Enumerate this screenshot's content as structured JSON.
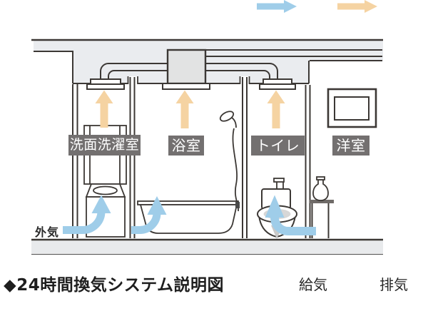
{
  "diagram": {
    "title": "◆24時間換気システム説明図",
    "outside_air_label": "外気",
    "rooms": [
      {
        "id": "washroom-laundry",
        "label": "洗面洗濯室"
      },
      {
        "id": "bathroom",
        "label": "浴室"
      },
      {
        "id": "toilet",
        "label": "トイレ"
      },
      {
        "id": "western-room",
        "label": "洋室"
      }
    ],
    "legend": [
      {
        "id": "supply-air",
        "label": "給気",
        "icon": "right-arrow-blue"
      },
      {
        "id": "exhaust-air",
        "label": "排気",
        "icon": "right-arrow-orange"
      }
    ],
    "colors": {
      "supply_air": "#9FCDE9",
      "exhaust_air": "#F5D3A2",
      "room_badge": "#737070",
      "line": "#3C3835",
      "ceiling_fill": "#EAECEF",
      "floor_fill": "#E8EAEC"
    }
  }
}
